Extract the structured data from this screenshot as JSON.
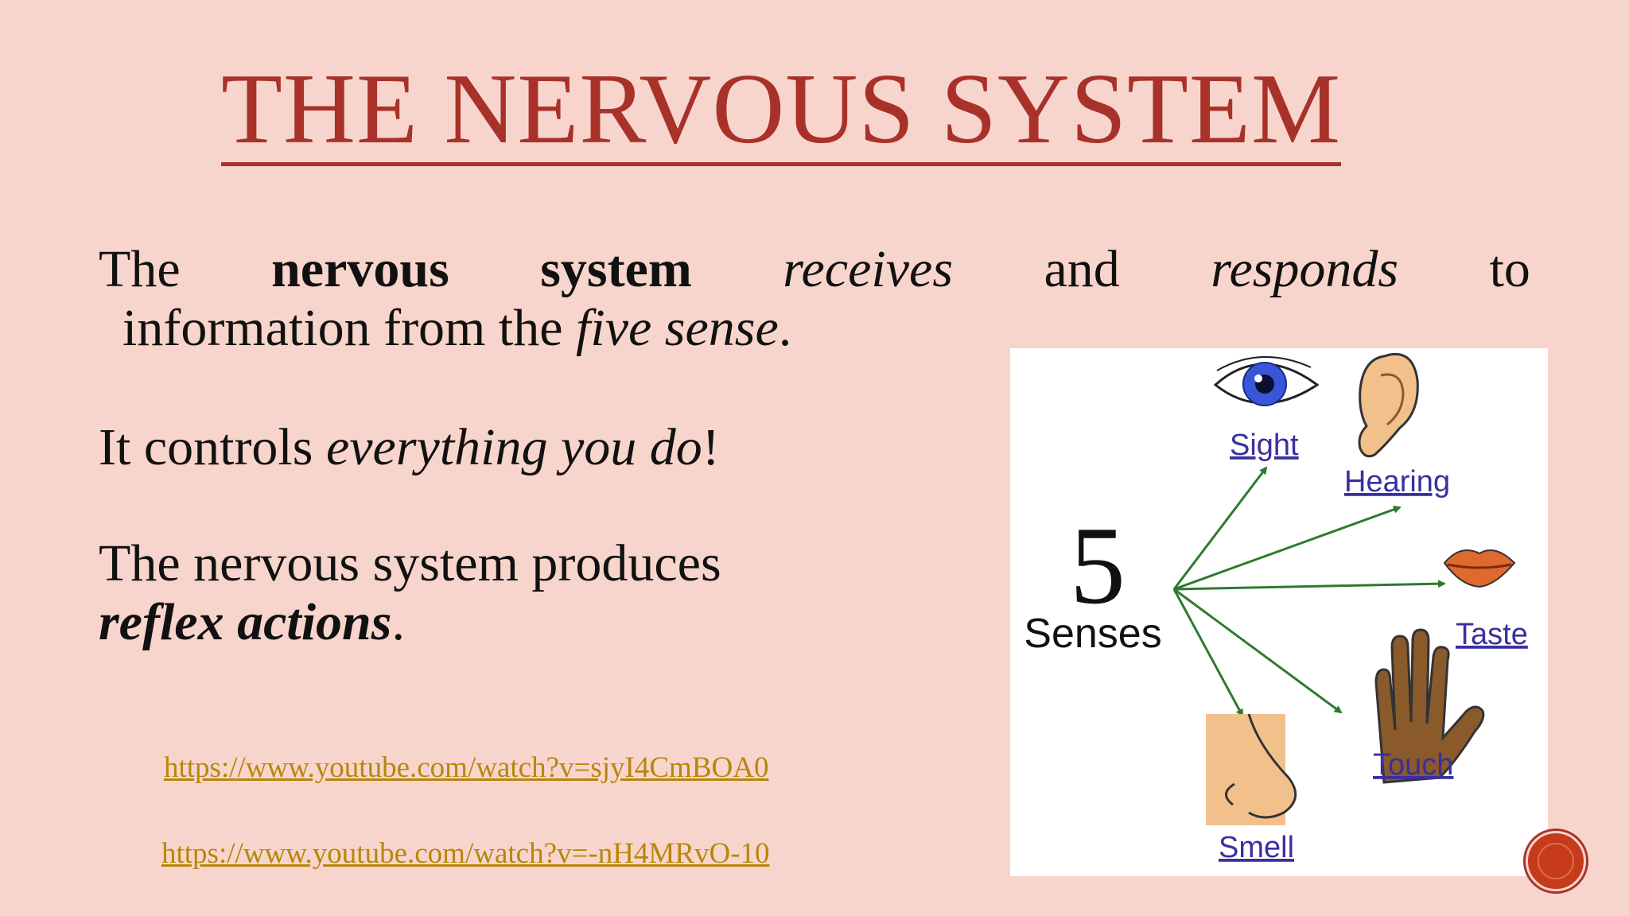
{
  "slide": {
    "title": "THE NERVOUS SYSTEM",
    "paragraph1": {
      "w1": "The",
      "w2": "nervous",
      "w3": "system",
      "w4": "receives",
      "w5": "and",
      "w6": "responds",
      "w7": "to",
      "line2_text": "information from the ",
      "line2_italic": "five sense",
      "line2_end": "."
    },
    "paragraph2": {
      "text": "It controls ",
      "italic": "everything you do",
      "end": "!"
    },
    "paragraph3": {
      "line1": "The nervous system produces",
      "bold_italic": "reflex actions",
      "end": "."
    },
    "links": [
      "https://www.youtube.com/watch?v=sjyI4CmBOA0",
      "https://www.youtube.com/watch?v=-nH4MRvO-10"
    ]
  },
  "figure": {
    "big_number": "5",
    "caption": "Senses",
    "senses": [
      "Sight",
      "Hearing",
      "Taste",
      "Touch",
      "Smell"
    ],
    "colors": {
      "arrow": "#2d7a2d",
      "label": "#3a2fa0",
      "eye": "#3a56d8",
      "lips": "#e0692e",
      "skin": "#f2c08a",
      "hand": "#8b5a2b"
    }
  }
}
